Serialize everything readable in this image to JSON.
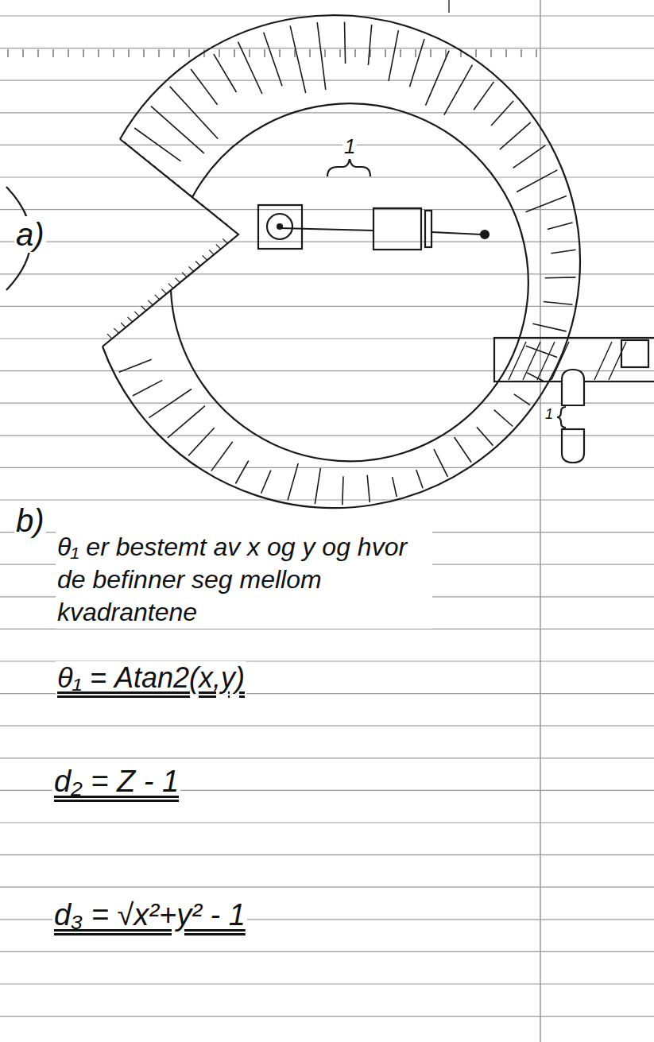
{
  "diagram": {
    "labels": [
      "a)",
      "1",
      "1",
      "b)",
      "θ₁ er bestemt av x og y og hvor de befinner seg mellom kvadrantene",
      "θ₁ = Atan2(x,y)",
      "d₂ = Z - 1",
      "d₃ = √x²+y² - 1"
    ]
  }
}
